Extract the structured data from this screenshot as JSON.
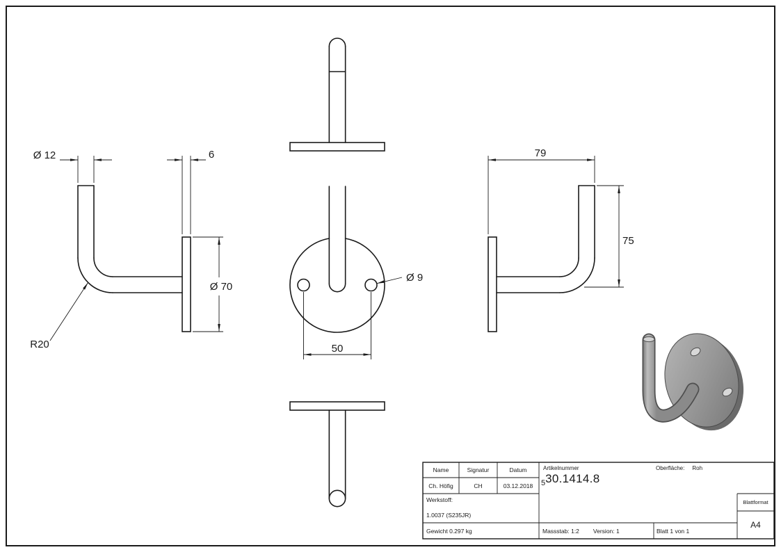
{
  "dims": {
    "d12": "Ø 12",
    "plate_thickness": "6",
    "d70": "Ø 70",
    "bend_radius": "R20",
    "d9": "Ø 9",
    "hole_spacing": "50",
    "arm_length": "79",
    "post_height": "75"
  },
  "title_block": {
    "name_label": "Name",
    "signatur_label": "Signatur",
    "datum_label": "Datum",
    "name_value": "Ch. Höfig",
    "signatur_value": "CH",
    "datum_value": "03.12.2018",
    "artikelnummer_label": "Artikelnummer",
    "artikelnummer_prefix": "5",
    "artikelnummer_value": "30.1414.8",
    "oberflaeche_label": "Oberfläche:",
    "oberflaeche_value": "Roh",
    "werkstoff_label": "Werkstoff:",
    "werkstoff_value": "1.0037 (S235JR)",
    "gewicht": "Gewicht 0.297 kg",
    "massstab": "Massstab: 1:2",
    "version": "Version: 1",
    "blatt": "Blatt 1 von 1",
    "blattformat_label": "Blattformat",
    "blattformat_value": "A4"
  }
}
